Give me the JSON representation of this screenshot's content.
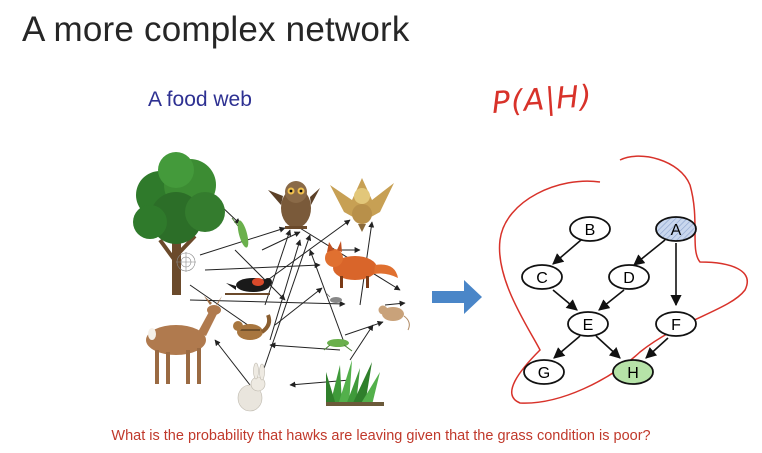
{
  "slide": {
    "title": "A more complex network",
    "subtitle": "A food web",
    "handwritten_annotation": "P(A|H)",
    "question": "What is the probability that hawks are leaving given that the grass condition is poor?"
  },
  "network": {
    "nodes": [
      {
        "id": "A",
        "fill": "#c9d7ee",
        "hatched": true
      },
      {
        "id": "B",
        "fill": "#ffffff"
      },
      {
        "id": "C",
        "fill": "#ffffff"
      },
      {
        "id": "D",
        "fill": "#ffffff"
      },
      {
        "id": "E",
        "fill": "#ffffff"
      },
      {
        "id": "F",
        "fill": "#ffffff"
      },
      {
        "id": "G",
        "fill": "#ffffff"
      },
      {
        "id": "H",
        "fill": "#b6e3a8"
      }
    ],
    "edges": [
      [
        "B",
        "C"
      ],
      [
        "A",
        "D"
      ],
      [
        "A",
        "F"
      ],
      [
        "C",
        "E"
      ],
      [
        "D",
        "E"
      ],
      [
        "E",
        "G"
      ],
      [
        "E",
        "H"
      ],
      [
        "F",
        "H"
      ]
    ]
  },
  "food_web": {
    "organisms": [
      "tree",
      "grasshopper",
      "owl",
      "hawk",
      "bird",
      "fox",
      "mouse",
      "deer",
      "chipmunk",
      "green-grasshopper",
      "rabbit",
      "grass",
      "spider",
      "insect"
    ]
  },
  "colors": {
    "title": "#262626",
    "subtitle": "#2e3192",
    "annotation": "#d8322a",
    "question": "#c0392b",
    "arrow_transition": "#4a86c8"
  }
}
